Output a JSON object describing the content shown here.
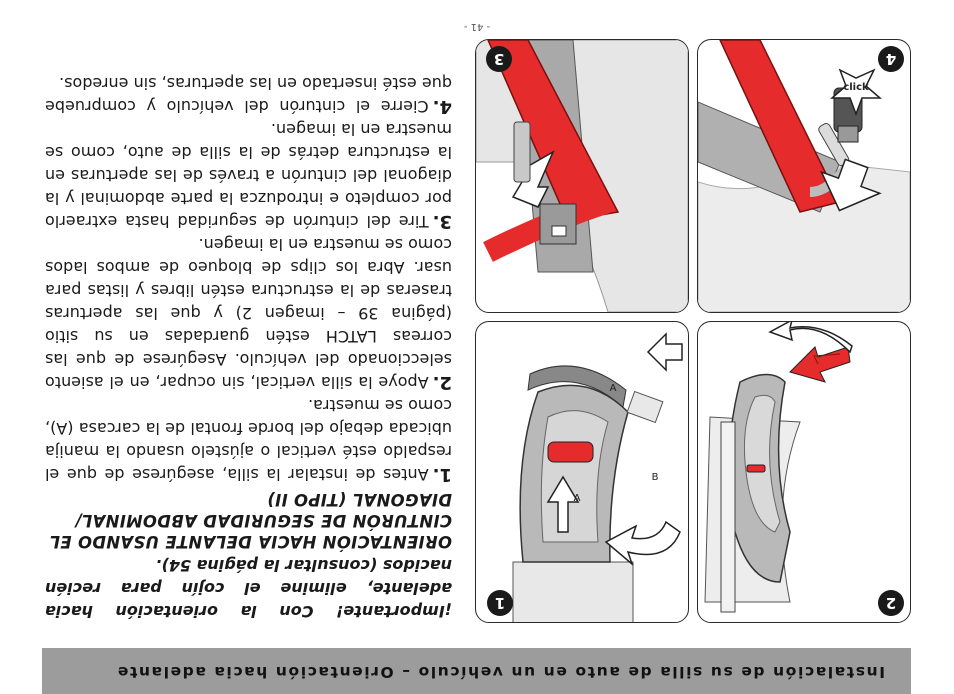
{
  "page_number": "- 41 -",
  "header": {
    "title": "Instalación de su silla de auto en un vehículo – Orientación hacia adelante"
  },
  "note": "¡Importante! Con la orientación hacia adelante, elimine el cojín para recién nacidos (consultar la página 54).",
  "section_title": "ORIENTACIÓN HACIA DELANTE USANDO EL CINTURÓN DE SEGURIDAD ABDOMINAL/ DIAGONAL (TIPO II)",
  "steps": [
    {
      "num": "1.",
      "text": "Antes de instalar la silla, asegúrese de que el respaldo esté vertical o ajústelo usando la manija ubicada debajo del borde frontal de la carcasa (A), como se muestra."
    },
    {
      "num": "2.",
      "text": "Apoye la silla vertical, sin ocupar, en el asiento seleccionado del vehículo. Asegúrese de que las correas LATCH estén guardadas en su sitio (página 39 – imagen 2) y que las aperturas traseras de la estructura estén libres y listas para usar. Abra los clips de bloqueo de ambos lados como se muestra en la imagen."
    },
    {
      "num": "3.",
      "text": "Tire del cinturón de seguridad hasta extraerlo por completo e introduzca la parte abdominal y la diagonal del cinturón a través de las aperturas en la estructura detrás de la silla de auto, como se muestra en la imagen."
    },
    {
      "num": "4.",
      "text": "Cierre el cinturón del vehículo y compruebe que esté insertado en las aperturas, sin enredos."
    }
  ],
  "figures": [
    {
      "badge": "1",
      "labels": [
        "A",
        "A",
        "B"
      ]
    },
    {
      "badge": "2"
    },
    {
      "badge": "3"
    },
    {
      "badge": "4",
      "callout": "click"
    }
  ],
  "colors": {
    "accent_red": "#e52b2b",
    "header_gray": "#9c9c9c",
    "seat_gray": "#b9b9b9"
  }
}
